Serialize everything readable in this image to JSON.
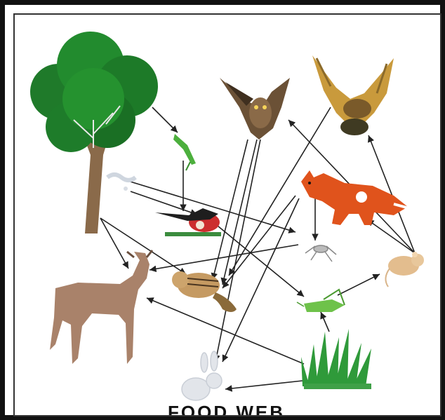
{
  "caption": "FOOD WEB",
  "organisms": [
    {
      "id": "tree"
    },
    {
      "id": "grasshopper-on-tree"
    },
    {
      "id": "caterpillar"
    },
    {
      "id": "owl"
    },
    {
      "id": "hawk"
    },
    {
      "id": "fox"
    },
    {
      "id": "bird"
    },
    {
      "id": "spider"
    },
    {
      "id": "mouse"
    },
    {
      "id": "deer"
    },
    {
      "id": "chipmunk"
    },
    {
      "id": "grasshopper"
    },
    {
      "id": "grass"
    },
    {
      "id": "rabbit"
    }
  ]
}
